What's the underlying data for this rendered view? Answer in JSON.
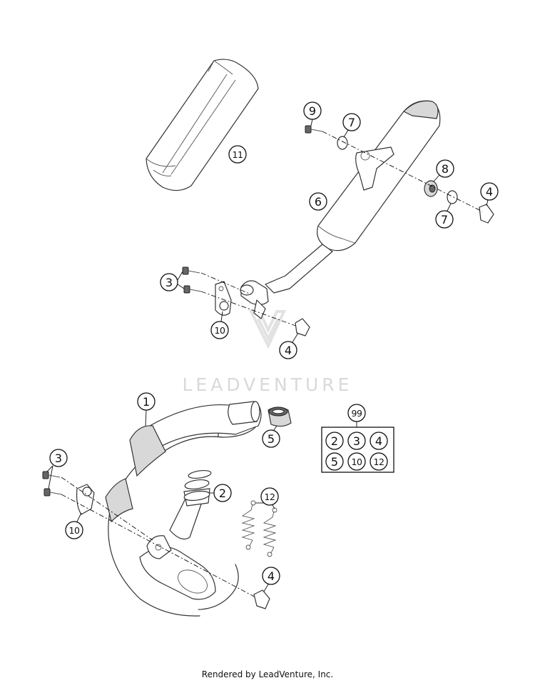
{
  "callouts": {
    "c1": "1",
    "c2": "2",
    "c3a": "3",
    "c3b": "3",
    "c4a": "4",
    "c4b": "4",
    "c4c": "4",
    "c5": "5",
    "c6": "6",
    "c7a": "7",
    "c7b": "7",
    "c8": "8",
    "c9": "9",
    "c10a": "10",
    "c10b": "10",
    "c11": "11",
    "c12": "12",
    "kit": "99"
  },
  "kit_box": [
    "2",
    "3",
    "4",
    "5",
    "10",
    "12"
  ],
  "watermark": "LEADVENTURE",
  "footer": "Rendered by LeadVenture, Inc."
}
